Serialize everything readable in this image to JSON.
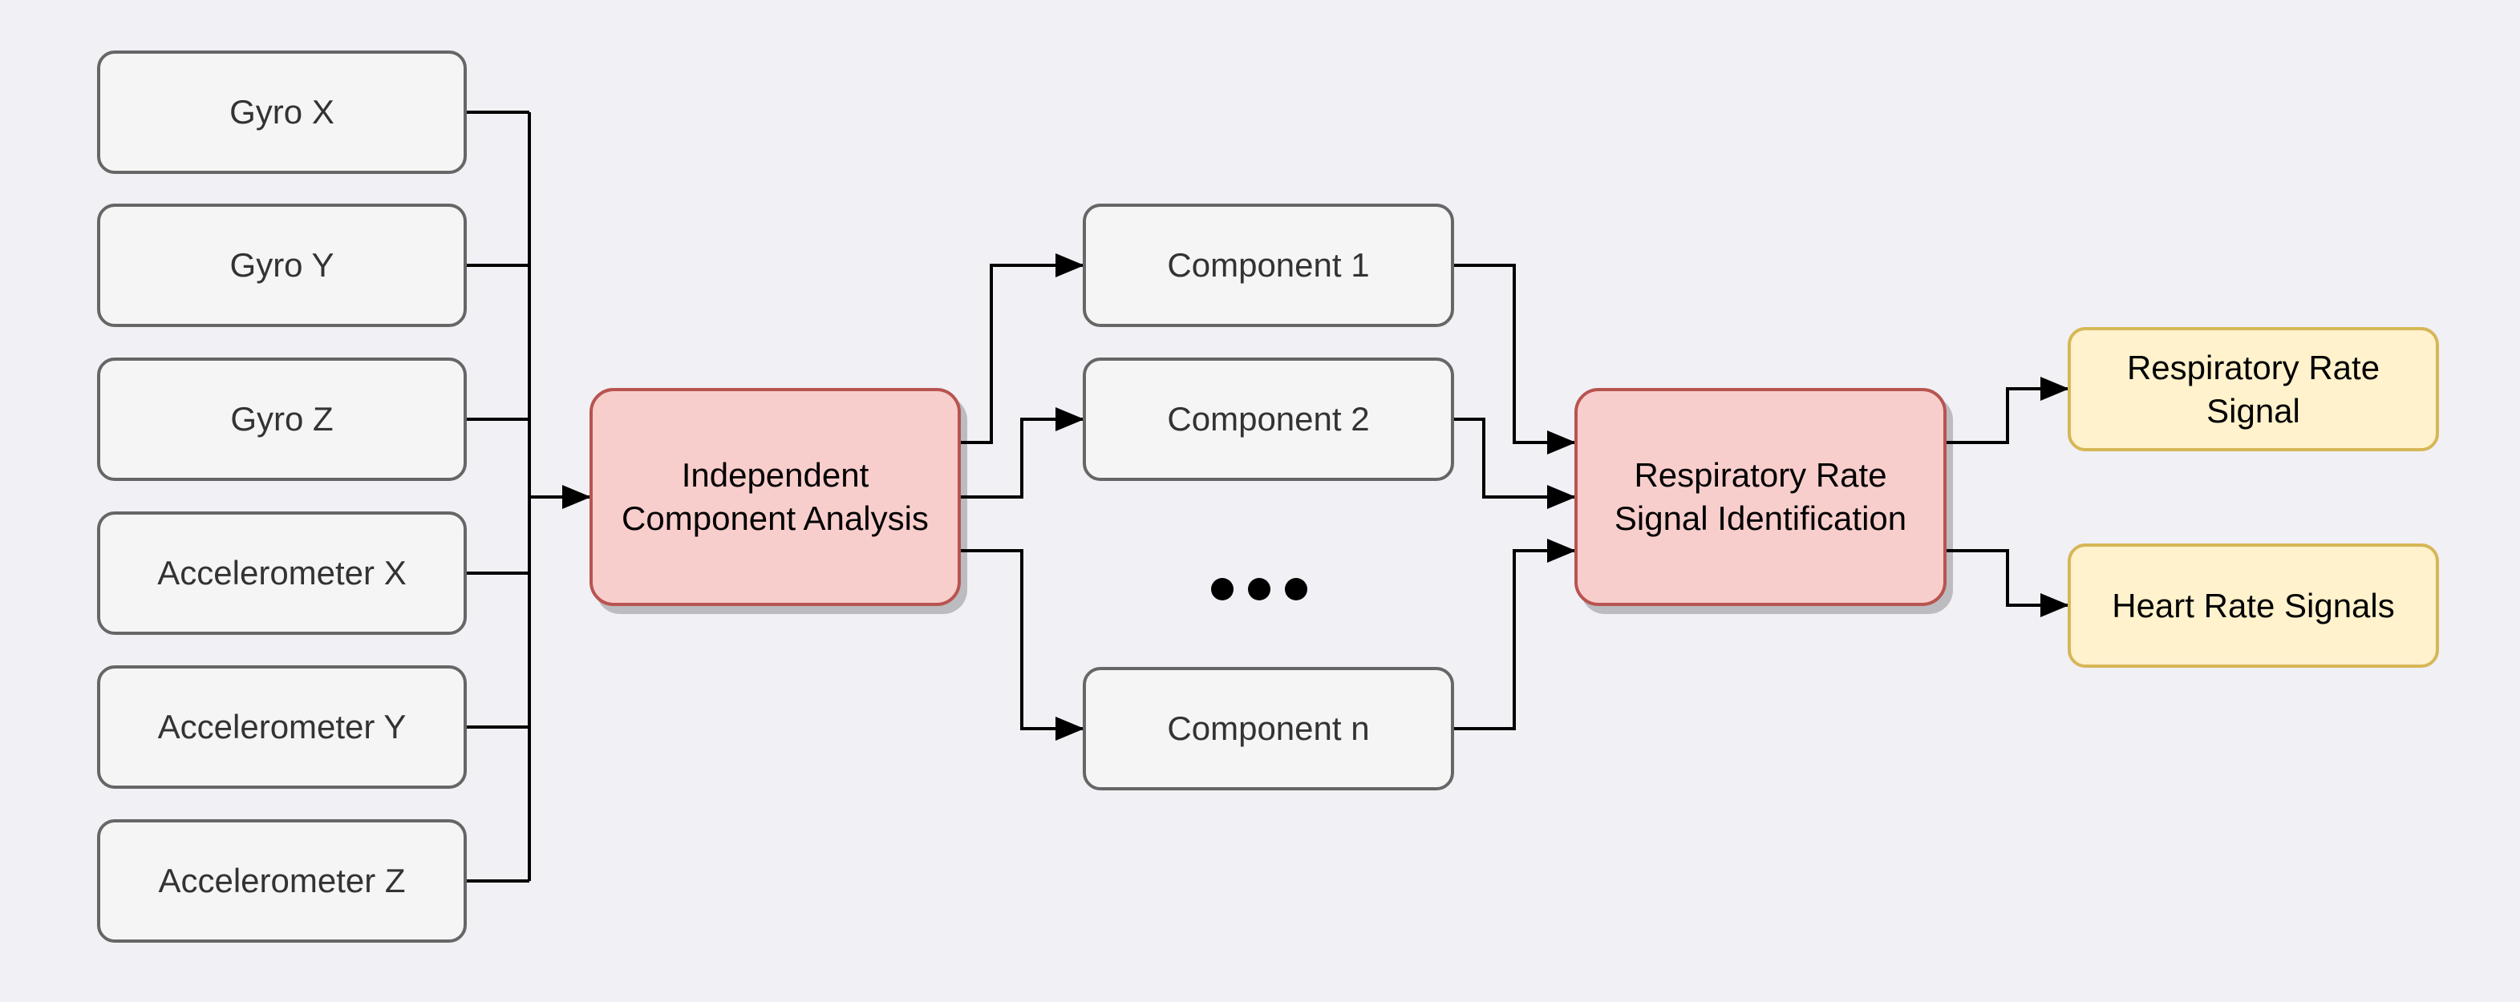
{
  "inputs": [
    "Gyro X",
    "Gyro Y",
    "Gyro Z",
    "Accelerometer X",
    "Accelerometer Y",
    "Accelerometer Z"
  ],
  "processes": {
    "ica": "Independent\nComponent Analysis",
    "identification": "Respiratory Rate\nSignal Identification"
  },
  "components": [
    "Component 1",
    "Component 2",
    "Component n"
  ],
  "outputs": [
    "Respiratory Rate\nSignal",
    "Heart Rate Signals"
  ],
  "colors": {
    "background": "#f1f0f5",
    "input_fill": "#f5f5f5",
    "input_stroke": "#666666",
    "process_fill": "#f8cecc",
    "process_stroke": "#b85450",
    "output_fill": "#fff2cc",
    "output_stroke": "#d6b656",
    "connector": "#000000"
  }
}
